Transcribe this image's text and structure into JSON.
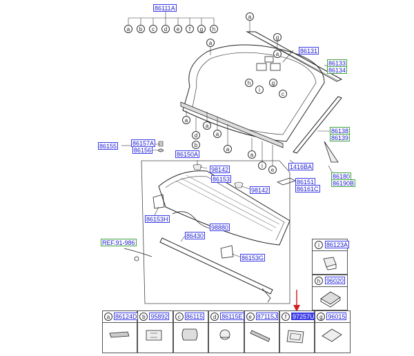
{
  "labels": {
    "main_glass": "86111A",
    "moulding_top": "86131",
    "side_a1": "86133",
    "side_a2": "86134",
    "side_b1": "86138",
    "side_b2": "86139",
    "clip_a": "86157A",
    "clip_b": "86156",
    "clip_group": "86155",
    "cowl_panel": "86150A",
    "cowl_clip": "98142",
    "cowl_seal": "86153",
    "cowl_clip2": "98142",
    "cowl_left": "86153H",
    "hose": "98880",
    "strip": "86430",
    "cowl_right": "86153G",
    "mirror_block": "1416BA",
    "side_c1": "86180",
    "side_c2": "86190B",
    "side_d1": "86151",
    "side_d2": "86161C",
    "ref": "REF.91-986"
  },
  "callouts": [
    "a",
    "b",
    "c",
    "d",
    "e",
    "f",
    "g",
    "h"
  ],
  "callout_center": [
    "h",
    "i",
    "g",
    "c"
  ],
  "table_bottom": [
    {
      "letter": "a",
      "part": "86124D"
    },
    {
      "letter": "b",
      "part": "95892"
    },
    {
      "letter": "c",
      "part": "86115"
    },
    {
      "letter": "d",
      "part": "86115E"
    },
    {
      "letter": "e",
      "part": "87115J"
    },
    {
      "letter": "f",
      "part": "97257U",
      "highlight": true
    },
    {
      "letter": "g",
      "part": "96015"
    }
  ],
  "table_side": [
    {
      "letter": "i",
      "part": "86123A"
    },
    {
      "letter": "h",
      "part": "96020"
    }
  ],
  "mini_labels": {
    "c1": "c",
    "g1": "g",
    "a1": "a",
    "a2": "a",
    "a3": "a",
    "a4": "a",
    "a5": "a",
    "a6": "a",
    "d1": "d",
    "b1": "b",
    "i1": "i",
    "e1": "e",
    "a7": "a",
    "a8": "a"
  }
}
